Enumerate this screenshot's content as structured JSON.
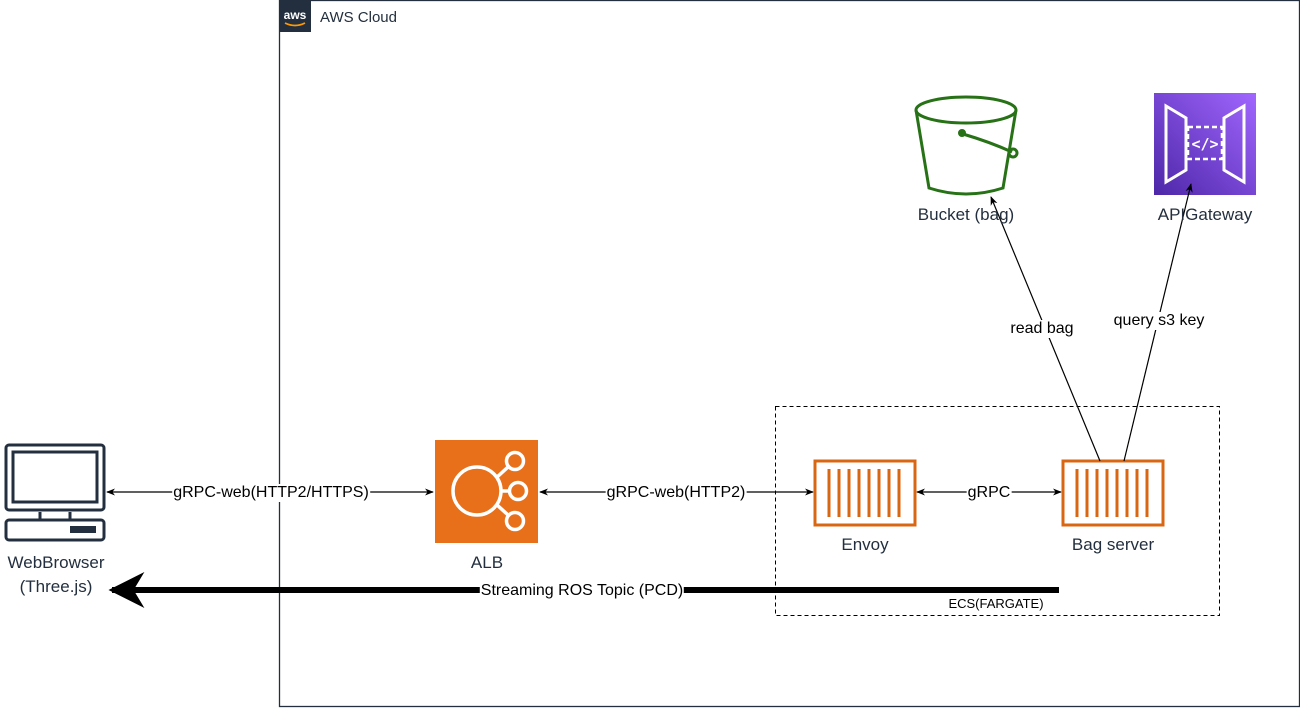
{
  "diagram": {
    "group": {
      "label": "AWS Cloud",
      "badge": "aws"
    },
    "cluster": {
      "label": "ECS(FARGATE)"
    },
    "nodes": {
      "browser": {
        "label_line1": "WebBrowser",
        "label_line2": "(Three.js)"
      },
      "alb": {
        "label": "ALB",
        "color": "#e8701a"
      },
      "envoy": {
        "label": "Envoy",
        "color": "#d86613"
      },
      "bag_server": {
        "label": "Bag server",
        "color": "#d86613"
      },
      "bucket": {
        "label": "Bucket (bag)",
        "color": "#277116"
      },
      "api_gateway": {
        "label": "APIGateway",
        "color": "#8c4fff"
      }
    },
    "edges": {
      "browser_alb": "gRPC-web(HTTP2/HTTPS)",
      "alb_envoy": "gRPC-web(HTTP2)",
      "envoy_bag": "gRPC",
      "bag_bucket": "read bag",
      "bag_api": "query s3 key",
      "stream": "Streaming ROS Topic (PCD)"
    }
  }
}
